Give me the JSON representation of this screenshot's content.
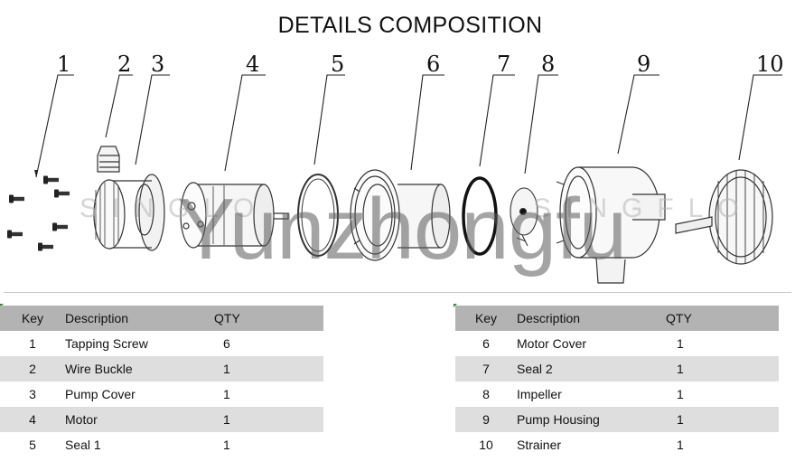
{
  "title": "DETAILS COMPOSITION",
  "callouts": [
    "1",
    "2",
    "3",
    "4",
    "5",
    "6",
    "7",
    "8",
    "9",
    "10"
  ],
  "watermark": {
    "main": "Yunzhongfu",
    "faint_left": "SINGLO",
    "faint_right": "SINGFLO"
  },
  "table_headers": {
    "key": "Key",
    "description": "Description",
    "qty": "QTY"
  },
  "left_rows": [
    {
      "key": "1",
      "description": "Tapping Screw",
      "qty": "6"
    },
    {
      "key": "2",
      "description": "Wire Buckle",
      "qty": "1"
    },
    {
      "key": "3",
      "description": "Pump Cover",
      "qty": "1"
    },
    {
      "key": "4",
      "description": "Motor",
      "qty": "1"
    },
    {
      "key": "5",
      "description": "Seal 1",
      "qty": "1"
    }
  ],
  "right_rows": [
    {
      "key": "6",
      "description": "Motor Cover",
      "qty": "1"
    },
    {
      "key": "7",
      "description": "Seal 2",
      "qty": "1"
    },
    {
      "key": "8",
      "description": "Impeller",
      "qty": "1"
    },
    {
      "key": "9",
      "description": "Pump Housing",
      "qty": "1"
    },
    {
      "key": "10",
      "description": "Strainer",
      "qty": "1"
    }
  ]
}
